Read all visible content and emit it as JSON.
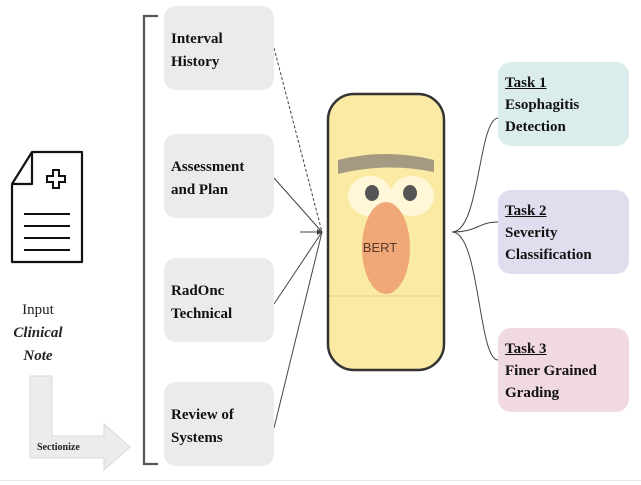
{
  "input": {
    "label": "Input",
    "label_em_1": "Clinical",
    "label_em_2": "Note",
    "icon": "clinical-note-document-icon"
  },
  "arrow_label": "Sectionize",
  "sections": [
    {
      "line1": "Interval",
      "line2": "History"
    },
    {
      "line1": "Assessment",
      "line2": "and Plan"
    },
    {
      "line1": "RadOnc",
      "line2": "Technical"
    },
    {
      "line1": "Review of",
      "line2": "Systems"
    }
  ],
  "model": {
    "label": "BERT"
  },
  "tasks": [
    {
      "title": "Task 1",
      "line1": "Esophagitis",
      "line2": "Detection",
      "color": "#dbecec"
    },
    {
      "title": "Task 2",
      "line1": "Severity",
      "line2": "Classification",
      "color": "#e1dcee"
    },
    {
      "title": "Task 3",
      "line1": "Finer Grained",
      "line2": "Grading",
      "color": "#f1d9e0"
    }
  ],
  "colors": {
    "section_box": "#ebebeb",
    "bert_body": "#fbeaa3",
    "bert_nose": "#f0a878",
    "bert_brow": "#a49a82"
  }
}
